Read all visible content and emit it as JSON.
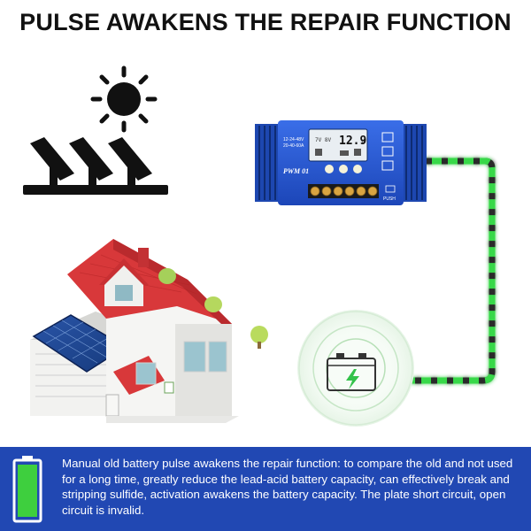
{
  "title": "PULSE AWAKENS THE REPAIR FUNCTION",
  "controller": {
    "model": "PWM 01",
    "lcd_voltage": "12.9",
    "lcd_v_label": "V",
    "lcd_unit_label": "7V 8V",
    "spec_line1": "12-24-48V",
    "spec_line2": "20-40-60A",
    "button_label": "PUSH"
  },
  "info": {
    "text": "Manual old battery pulse awakens the repair function: to compare the old and not used for a long time, greatly reduce the lead-acid battery capacity, can effectively break and stripping sulfide, activation awakens the battery capacity. The plate short circuit, open circuit is invalid."
  },
  "colors": {
    "band": "#2148b3",
    "controller": "#2a5bd6",
    "cable_glow": "#37d84a",
    "battery_green": "#3ecf3e",
    "roof": "#d8383a"
  },
  "icons": [
    "sun-icon",
    "solar-panel-icon",
    "battery-icon",
    "house-illustration",
    "charge-controller"
  ]
}
